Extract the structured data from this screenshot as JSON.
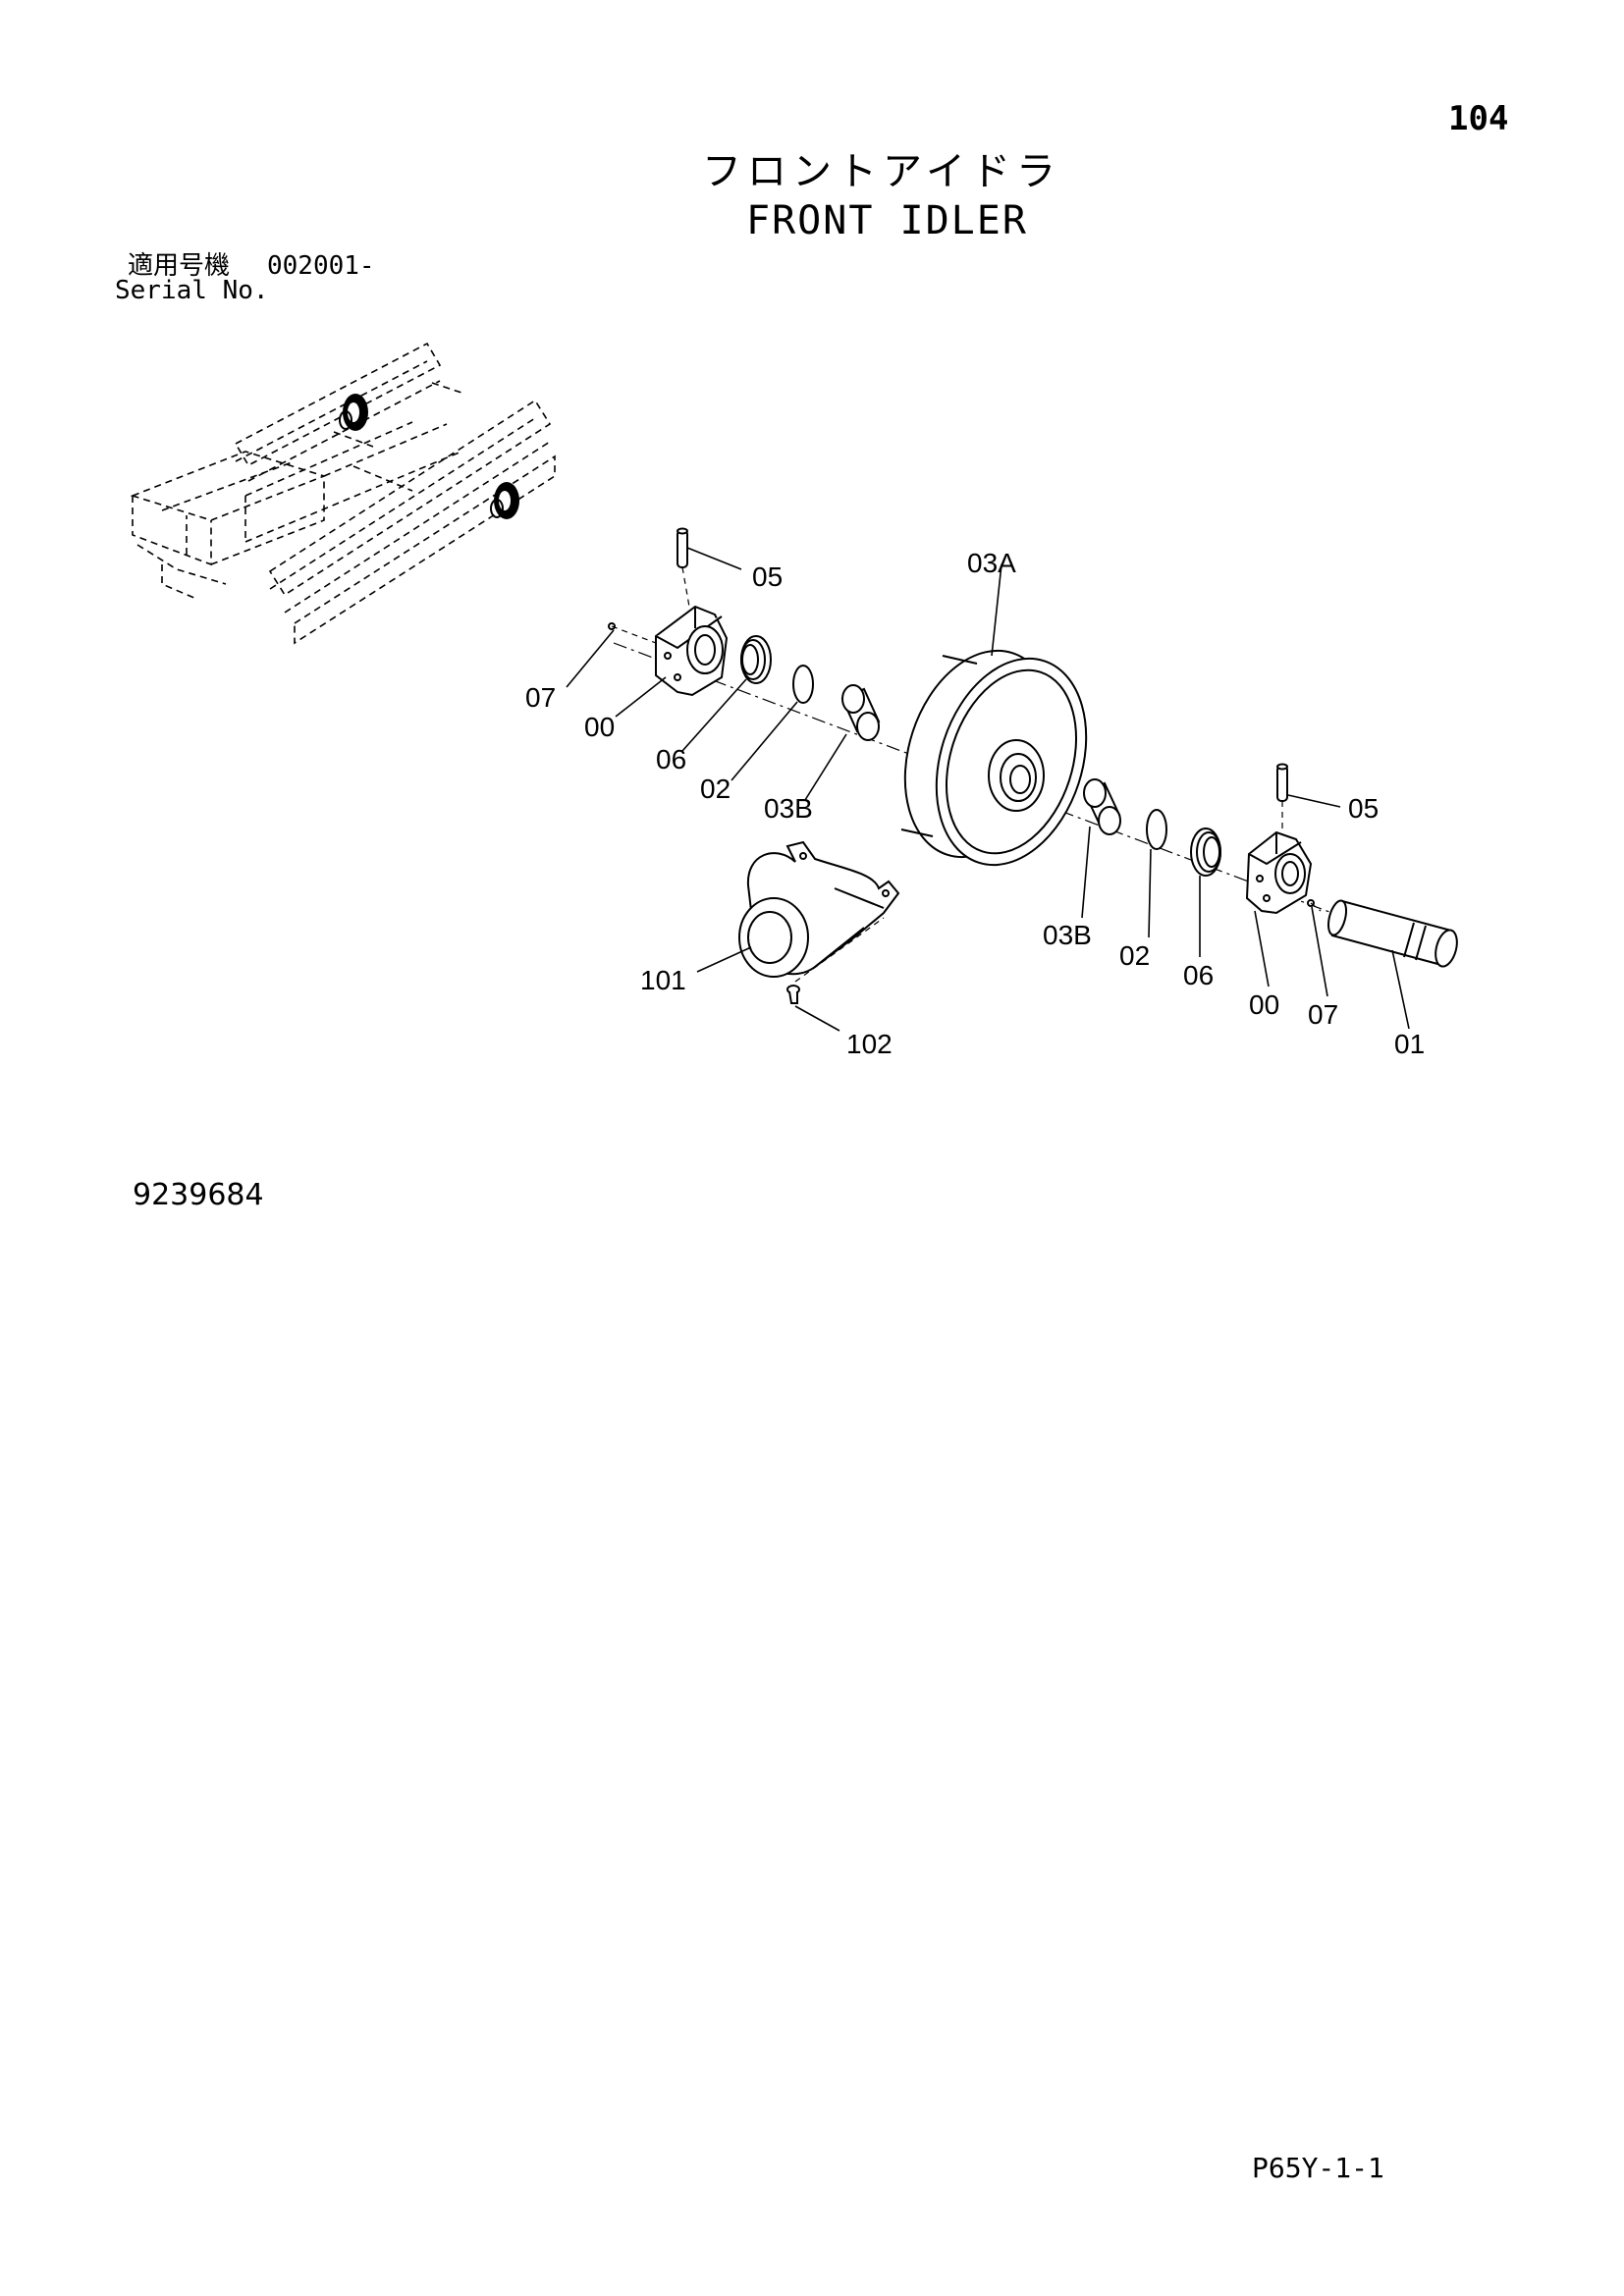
{
  "page": {
    "number": "104",
    "title_jp": "フロントアイドラ",
    "title_en": "FRONT IDLER",
    "serial_label_jp": "適用号機",
    "serial_value": "002001-",
    "serial_label_en": "Serial No.",
    "drawing_number": "9239684",
    "page_code": "P65Y-1-1"
  },
  "callouts": {
    "c05a": "05",
    "c03A": "03A",
    "c07a": "07",
    "c00a": "00",
    "c06a": "06",
    "c02a": "02",
    "c03Ba": "03B",
    "c05b": "05",
    "c03Bb": "03B",
    "c02b": "02",
    "c06b": "06",
    "c00b": "00",
    "c07b": "07",
    "c01": "01",
    "c101": "101",
    "c102": "102"
  }
}
